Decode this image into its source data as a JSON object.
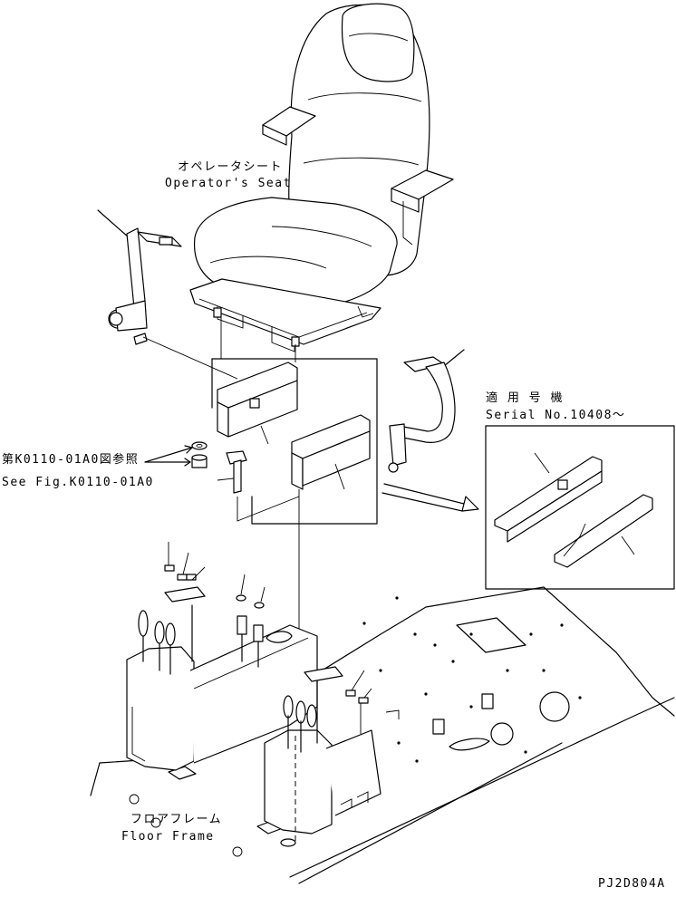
{
  "labels": {
    "seat_jp": "オペレータシート",
    "seat_en": "Operator's Seat",
    "serial_jp": "適 用 号 機",
    "serial_en": "Serial No.10408～",
    "ref_jp": "第K0110-01A0図参照",
    "ref_en": "See Fig.K0110-01A0",
    "frame_jp": "フロアフレーム",
    "frame_en": "Floor Frame",
    "drawing_code": "PJ2D804A"
  }
}
